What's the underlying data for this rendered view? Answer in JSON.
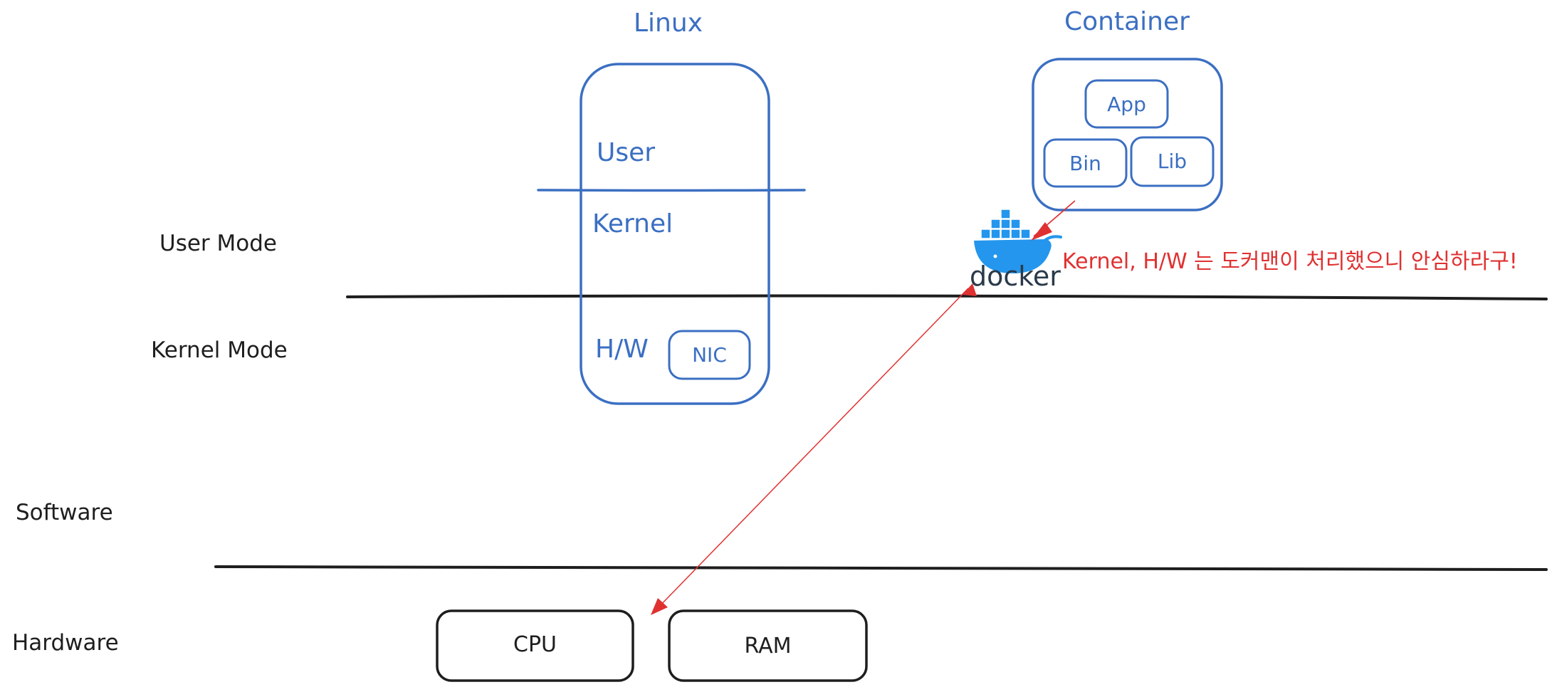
{
  "labels": {
    "user_mode": "User Mode",
    "kernel_mode": "Kernel Mode",
    "software": "Software",
    "hardware": "Hardware"
  },
  "linux": {
    "title": "Linux",
    "user": "User",
    "kernel": "Kernel",
    "hw": "H/W",
    "nic": "NIC"
  },
  "container": {
    "title": "Container",
    "app": "App",
    "bin": "Bin",
    "lib": "Lib"
  },
  "docker": {
    "word": "docker",
    "icon": "docker-whale-icon"
  },
  "note": "Kernel, H/W 는 도커맨이 처리했으니 안심하라구!",
  "hardware_boxes": {
    "cpu": "CPU",
    "ram": "RAM"
  },
  "colors": {
    "blue": "#3b6fc2",
    "red": "#e03131",
    "ink": "#1e1e1e",
    "docker_blue": "#2496ed"
  }
}
